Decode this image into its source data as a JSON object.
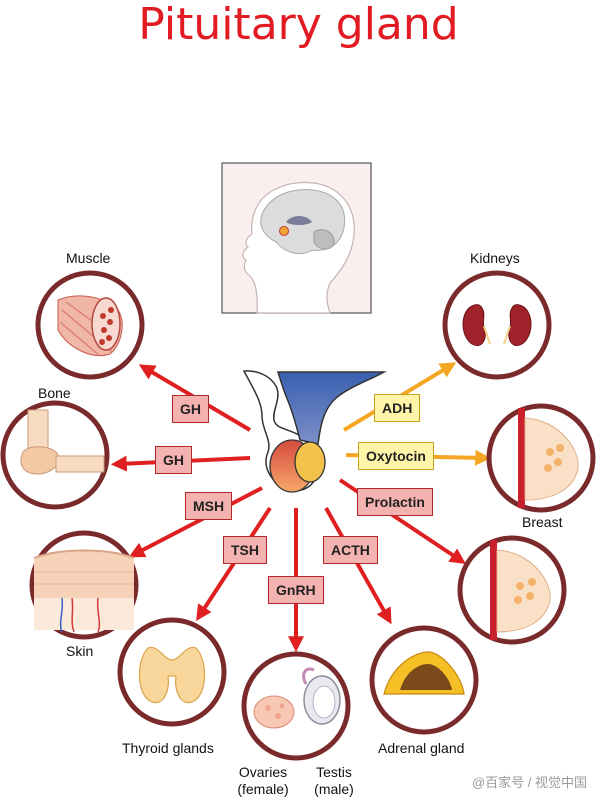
{
  "title": "Pituitary gland",
  "hormones": {
    "gh_muscle": "GH",
    "gh_bone": "GH",
    "msh": "MSH",
    "tsh": "TSH",
    "gnrh": "GnRH",
    "acth": "ACTH",
    "adh": "ADH",
    "oxytocin": "Oxytocin",
    "prolactin": "Prolactin"
  },
  "targets": {
    "muscle": "Muscle",
    "bone": "Bone",
    "skin": "Skin",
    "thyroid": "Thyroid glands",
    "ovaries_line1": "Ovaries",
    "ovaries_line2": "(female)",
    "testis_line1": "Testis",
    "testis_line2": "(male)",
    "adrenal": "Adrenal gland",
    "kidneys": "Kidneys",
    "breast": "Breast"
  },
  "watermark": "@百家号 / 视觉中国",
  "colors": {
    "title": "#e21b23",
    "arrow_red": "#e02020",
    "arrow_orange": "#f5a623",
    "tag_red_fill": "#f4b3b0",
    "tag_yellow_fill": "#fff4a8"
  }
}
